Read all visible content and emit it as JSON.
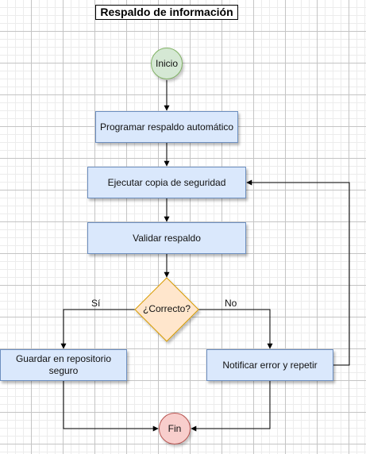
{
  "diagram": {
    "title": "Respaldo de información",
    "nodes": {
      "start": "Inicio",
      "schedule": "Programar respaldo automático",
      "execute": "Ejecutar copia de seguridad",
      "validate": "Validar respaldo",
      "decision": "¿Correcto?",
      "store": "Guardar en repositorio seguro",
      "notify": "Notificar error y repetir",
      "end": "Fin"
    },
    "edge_labels": {
      "yes": "Sí",
      "no": "No"
    },
    "colors": {
      "process_fill": "#dae8fc",
      "process_stroke": "#6c8ebf",
      "start_fill": "#d5e8d4",
      "start_stroke": "#82b366",
      "end_fill": "#f8cecc",
      "end_stroke": "#b85450",
      "decision_fill": "#ffe6cc",
      "decision_stroke": "#d79b00"
    }
  }
}
